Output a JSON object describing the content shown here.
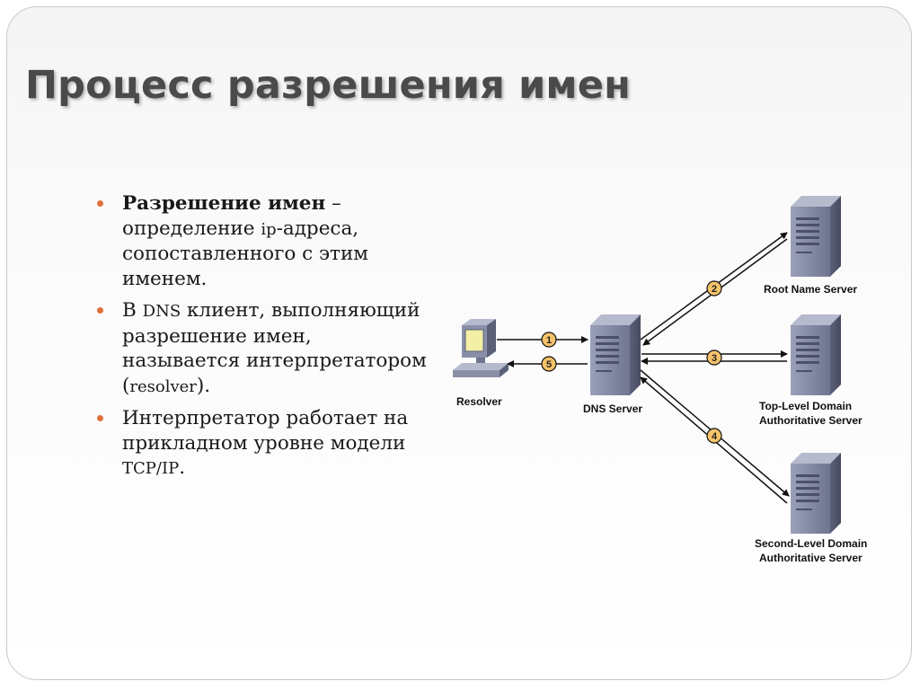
{
  "title": "Процесс разрешения имен",
  "bullets": [
    {
      "bold": "Разрешение имен",
      "dash": " –",
      "seg1": "определение ",
      "sc1": "ip",
      "seg2": "-адреса, сопоставленного с этим именем."
    },
    {
      "seg1": "В ",
      "sc1": "DNS",
      "seg2": " клиент, выполняющий разрешение имен, называется интерпретатором (",
      "sc2": "resolver",
      "seg3": ")."
    },
    {
      "seg1": "Интерпретатор работает на прикладном уровне модели ",
      "sc1": "TCP/IP",
      "seg2": "."
    }
  ],
  "diagram": {
    "resolver_label": "Resolver",
    "dns_server_label": "DNS Server",
    "root_server_label": "Root Name Server",
    "tld_server_label_1": "Top-Level Domain",
    "tld_server_label_2": "Authoritative Server",
    "sld_server_label_1": "Second-Level Domain",
    "sld_server_label_2": "Authoritative Server",
    "steps": [
      "1",
      "2",
      "3",
      "4",
      "5"
    ]
  },
  "colors": {
    "title": "#4a4a4a",
    "bullet": "#e0703a",
    "server": "#8a8fa8",
    "step_badge": "#f6c36a",
    "screen": "#f3f0a6"
  }
}
